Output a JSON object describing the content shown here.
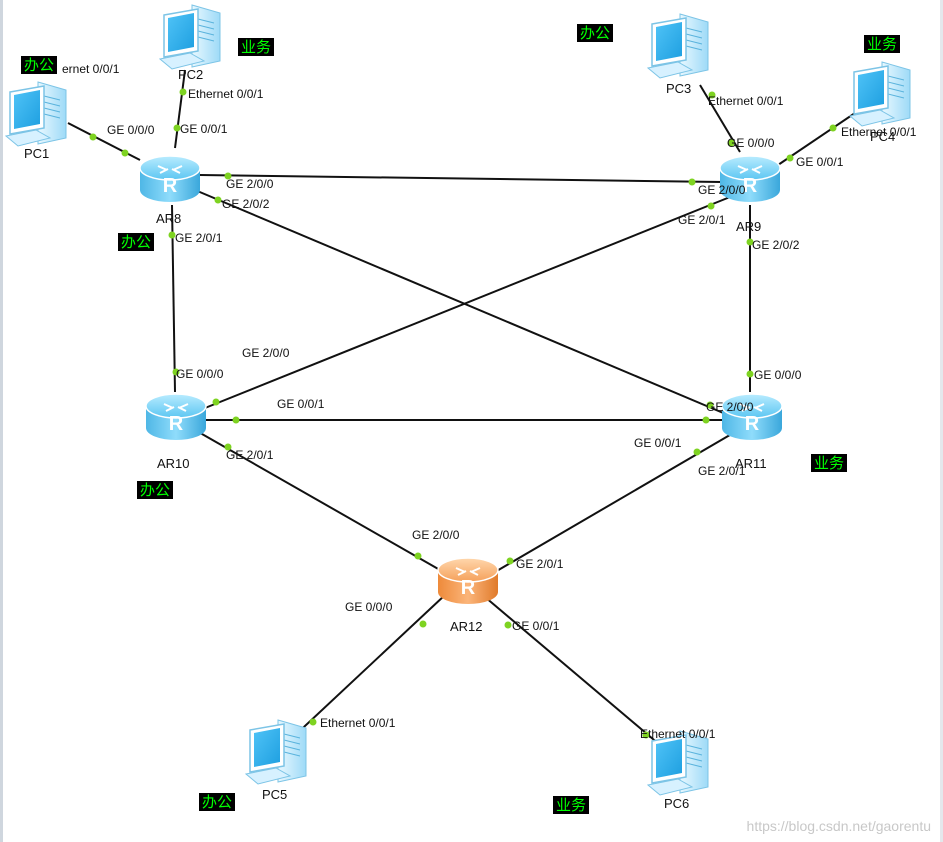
{
  "watermark": "https://blog.csdn.net/gaorentu",
  "colors": {
    "router_blue": "#6ecff5",
    "router_orange": "#f7a35c",
    "link": "#111111",
    "port_dot": "#7ed321",
    "tag_bg": "#000000",
    "tag_fg": "#00ff00"
  },
  "devices": {
    "ar8": "AR8",
    "ar9": "AR9",
    "ar10": "AR10",
    "ar11": "AR11",
    "ar12": "AR12",
    "pc1": "PC1",
    "pc2": "PC2",
    "pc3": "PC3",
    "pc4": "PC4",
    "pc5": "PC5",
    "pc6": "PC6"
  },
  "router_icon_text": "R",
  "ports": {
    "pc1_eth": "ernet 0/0/1",
    "pc1_ar8_ge000": "GE 0/0/0",
    "pc2_eth": "Ethernet 0/0/1",
    "ar8_ge001": "GE 0/0/1",
    "ar8_ge200": "GE 2/0/0",
    "ar8_ge202": "GE 2/0/2",
    "ar8_ge201": "GE 2/0/1",
    "pc3_eth": "Ethernet 0/0/1",
    "ar9_ge000": "GE 0/0/0",
    "pc4_eth": "Ethernet 0/0/1",
    "ar9_ge001": "GE 0/0/1",
    "ar9_ge200": "GE 2/0/0",
    "ar9_ge201": "GE 2/0/1",
    "ar9_ge202": "GE 2/0/2",
    "ar10_ge200": "GE 2/0/0",
    "ar10_ge000": "GE 0/0/0",
    "ar10_ge001": "GE 0/0/1",
    "ar10_ge201": "GE 2/0/1",
    "ar11_ge000": "GE 0/0/0",
    "ar11_ge200": "GE 2/0/0",
    "ar11_ge001": "GE 0/0/1",
    "ar11_ge201": "GE 2/0/1",
    "ar12_ge200": "GE 2/0/0",
    "ar12_ge201": "GE 2/0/1",
    "ar12_ge000": "GE 0/0/0",
    "ar12_ge001": "GE 0/0/1",
    "pc5_eth": "Ethernet 0/0/1",
    "pc6_eth": "Ethernet 0/0/1"
  },
  "tags": {
    "office": "办公",
    "business": "业务"
  }
}
